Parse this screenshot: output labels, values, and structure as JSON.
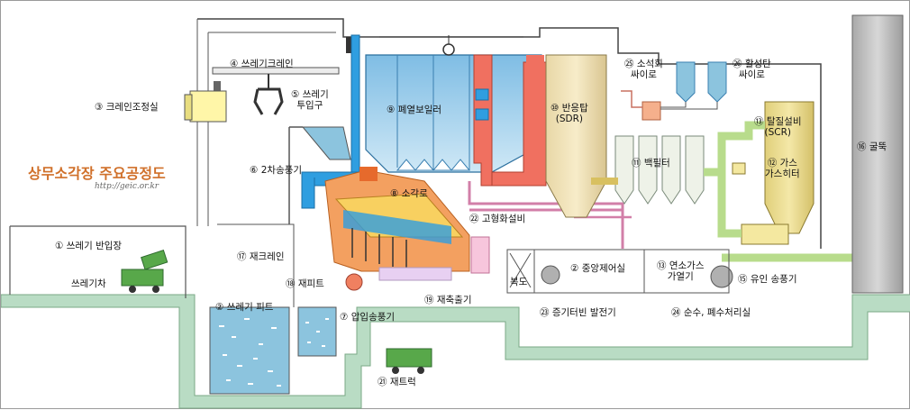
{
  "diagram": {
    "title": "상무소각장 주요공정도",
    "url": "http://geic.or.kr",
    "labels": {
      "crane_ctrl": "③ 크레인조정실",
      "garbage_crane": "④ 쓰레기크레인",
      "inlet": "⑤ 쓰레기\n투입구",
      "waste_boiler": "⑨ 폐열보일러",
      "blower2": "⑥ 2차송풍기",
      "incinerator": "⑧ 소각로",
      "receiving": "① 쓰레기 반입장",
      "truck": "쓰레기차",
      "ash_crane": "⑰ 재크레인",
      "ash_pit": "⑱ 재피트",
      "pit": "② 쓰레기 피트",
      "forced_fan": "⑦ 압입송풍기",
      "ash_conveyor": "⑲ 재축출기",
      "ash_truck": "㉑ 재트럭",
      "reactor": "⑩ 반응탑\n(SDR)",
      "lime_silo": "㉕ 소석회\n싸이로",
      "carbon_silo": "㉖ 활성탄\n싸이로",
      "bag_filter": "⑪ 백필터",
      "scr": "⑬ 탈질설비\n(SCR)",
      "gas_heater": "⑫ 가스\n가스히터",
      "stack": "⑯ 굴뚝",
      "solidification": "㉒ 고형화설비",
      "control_room": "② 중앙제어실",
      "corridor": "복도",
      "flue_heater": "⑬ 연소가스\n가열기",
      "id_fan": "⑮ 유인 송풍기",
      "turbine": "㉓ 증기터빈 발전기",
      "water": "㉔ 순수, 폐수처리실"
    }
  }
}
